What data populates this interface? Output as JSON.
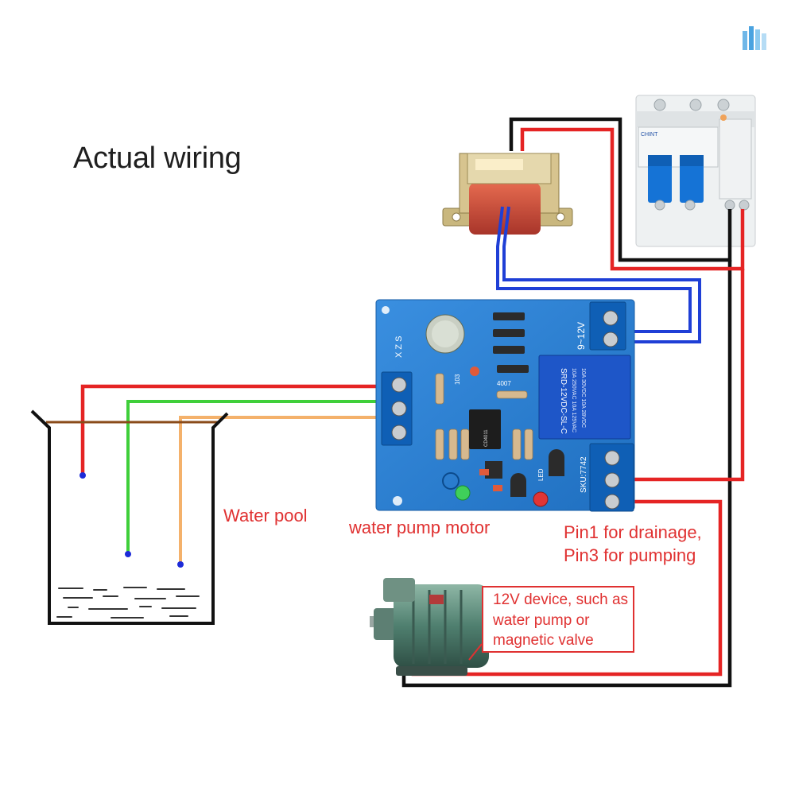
{
  "title": "Actual wiring",
  "labels": {
    "water_pool": "Water pool",
    "water_pump_motor": "water pump motor",
    "pin1": "Pin1 for drainage,",
    "pin3": "Pin3 for pumping",
    "device_note": "12V device, such as water pump or magnetic valve"
  },
  "board_markings": {
    "probes": "X Z S",
    "voltage": "9~12V",
    "relay": "SRD-12VDC-SL-C",
    "relay_ratings": [
      "10A 250VAC 10A 125VAC",
      "10A 30VDC 10A 28VDC"
    ],
    "sku": "SKU:7742",
    "diode": "4007",
    "cap": "103",
    "chip": "CD4011",
    "led": "LED"
  },
  "breaker_brand": "CHINT",
  "colors": {
    "wire_red": "#e52424",
    "wire_black": "#111111",
    "wire_blue": "#1f3fd6",
    "wire_green": "#3fcf3a",
    "wire_orange": "#f4b16b",
    "wire_brown": "#8a4b1a",
    "pcb": "#2a7fd0",
    "label_red": "#e03131"
  }
}
